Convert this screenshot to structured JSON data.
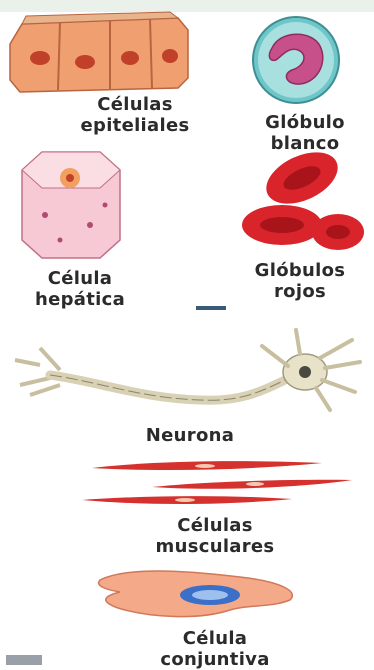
{
  "cells": [
    {
      "id": "epithelial",
      "lines": [
        "Células",
        "epiteliales"
      ]
    },
    {
      "id": "white-blood-cell",
      "lines": [
        "Glóbulo",
        "blanco"
      ]
    },
    {
      "id": "hepatic",
      "lines": [
        "Célula",
        "hepática"
      ]
    },
    {
      "id": "red-blood-cells",
      "lines": [
        "Glóbulos",
        "rojos"
      ]
    },
    {
      "id": "neuron",
      "lines": [
        "Neurona"
      ]
    },
    {
      "id": "muscle",
      "lines": [
        "Células",
        "musculares"
      ]
    },
    {
      "id": "connective",
      "lines": [
        "Célula",
        "conjuntiva"
      ]
    }
  ],
  "colors": {
    "epithelial": "#f0a070",
    "white_cell_outer": "#6fc6c9",
    "white_cell_nucleus": "#c8508a",
    "hepatic": "#f6c9d4",
    "red_cell": "#d8242a",
    "neuron_body": "#e8e2c8",
    "muscle": "#d5312e",
    "connective": "#f4a988",
    "connective_nucleus": "#3a70c8"
  }
}
